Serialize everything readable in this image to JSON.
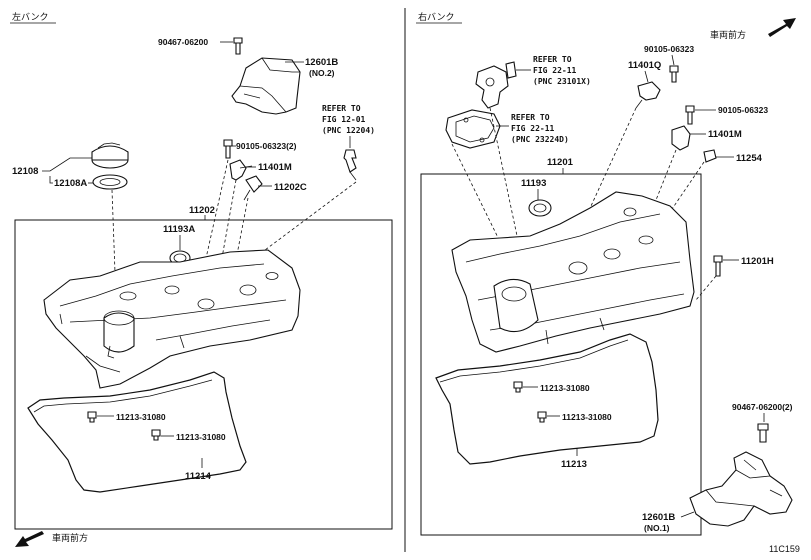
{
  "headers": {
    "left_bank": "左バンク",
    "right_bank": "右バンク",
    "front_top": "車両前方",
    "front_bottom": "車両前方",
    "figure_code": "11C159"
  },
  "left_labels": {
    "p90467_06200": "90467-06200",
    "p12601b": "12601B",
    "p12601b_note": "(NO.2)",
    "ref_a_1": "REFER TO",
    "ref_a_2": "FIG 12-01",
    "ref_a_3": "(PNC 12204)",
    "p90105_06323": "90105-06323(2)",
    "p11401m": "11401M",
    "p11202c": "11202C",
    "p12108": "12108",
    "p12108a": "12108A",
    "p11202": "11202",
    "p11193a": "11193A",
    "p11213_a": "11213-31080",
    "p11213_b": "11213-31080",
    "p11214": "11214"
  },
  "right_labels": {
    "ref_b_1": "REFER TO",
    "ref_b_2": "FIG 22-11",
    "ref_b_3": "(PNC 23101X)",
    "ref_c_1": "REFER TO",
    "ref_c_2": "FIG 22-11",
    "ref_c_3": "(PNC 23224D)",
    "p90105_06323_a": "90105-06323",
    "p11401q": "11401Q",
    "p90105_06323_b": "90105-06323",
    "p11401m": "11401M",
    "p11254": "11254",
    "p11201": "11201",
    "p11193": "11193",
    "p11201h": "11201H",
    "p11213_a": "11213-31080",
    "p11213_b": "11213-31080",
    "p11213": "11213",
    "p90467_06200": "90467-06200(2)",
    "p12601b": "12601B",
    "p12601b_note": "(NO.1)"
  },
  "icons": {
    "arrow_top": "arrow-up-right-icon",
    "arrow_bottom": "arrow-left-icon"
  }
}
